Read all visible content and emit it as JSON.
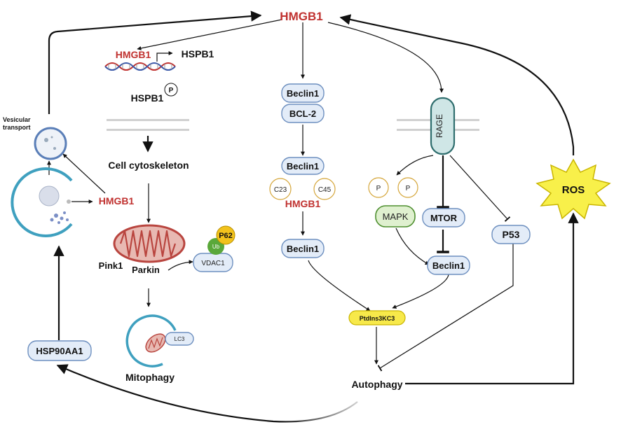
{
  "nodes": {
    "hmgb1_top": "HMGB1",
    "hmgb1_gene": "HMGB1",
    "hspb1_gene": "HSPB1",
    "hspb1_p": "HSPB1",
    "p_mark": "P",
    "cell_cytoskeleton": "Cell cytoskeleton",
    "pink1": "Pink1",
    "parkin": "Parkin",
    "vdac1": "VDAC1",
    "ub": "Ub",
    "p62": "P62",
    "lc3": "LC3",
    "mitophagy": "Mitophagy",
    "vesicular_transport": "Vesicular\ntransport",
    "hmgb1_left": "HMGB1",
    "hsp90aa1": "HSP90AA1",
    "beclin1_a": "Beclin1",
    "bcl2": "BCL-2",
    "beclin1_b": "Beclin1",
    "c23": "C23",
    "c45": "C45",
    "hmgb1_mid": "HMGB1",
    "beclin1_c": "Beclin1",
    "rage": "RAGE",
    "p_left": "P",
    "p_right": "P",
    "mapk": "MAPK",
    "mtor": "MTOR",
    "beclin1_d": "Beclin1",
    "p53": "P53",
    "ptdins3kc3": "PtdIns3KC3",
    "autophagy": "Autophagy",
    "ros": "ROS"
  },
  "colors": {
    "hmgb1_red": "#c0312f",
    "pill_fill": "#e3ecf8",
    "pill_stroke": "#6d8fbf",
    "ptdins_yellow": "#f7e94a",
    "ros_yellow": "#f8f04a",
    "mapk_green": "#dff0cf",
    "ub_green": "#5aa83a",
    "p62_yellow": "#f2c21c",
    "rage_teal": "#cfe6e6",
    "mito_red": "#b9453f"
  }
}
